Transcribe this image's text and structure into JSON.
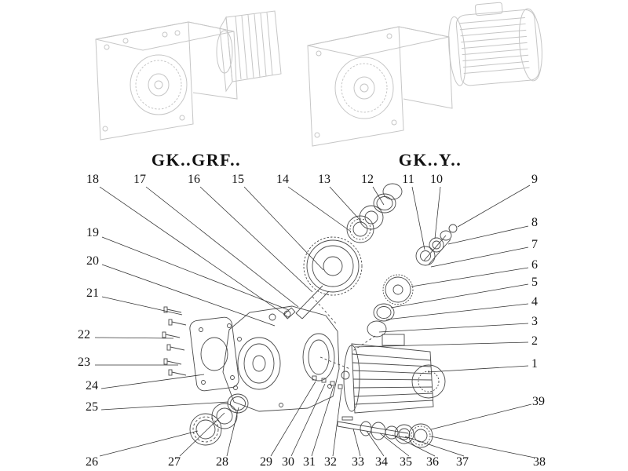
{
  "models": {
    "left": "GK..GRF..",
    "right": "GK..Y.."
  },
  "callouts": [
    "18",
    "17",
    "16",
    "15",
    "14",
    "13",
    "12",
    "11",
    "10",
    "9",
    "8",
    "7",
    "6",
    "5",
    "4",
    "3",
    "2",
    "1",
    "39",
    "38",
    "19",
    "20",
    "21",
    "22",
    "23",
    "24",
    "25",
    "26",
    "27",
    "28",
    "29",
    "30",
    "31",
    "32",
    "33",
    "34",
    "35",
    "36",
    "37"
  ],
  "colors": {
    "light_line_art": "#c6c6c6",
    "dark_line_art": "#4a4a4a",
    "leader_line": "#333333",
    "text": "#151515"
  }
}
